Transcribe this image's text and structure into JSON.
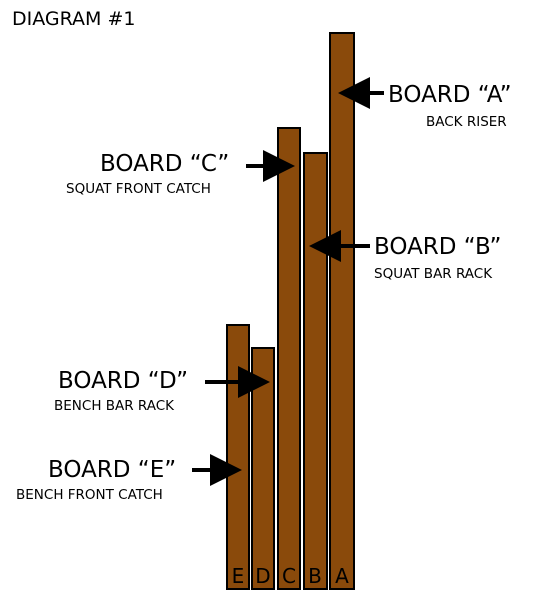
{
  "title": "DIAGRAM #1",
  "colors": {
    "board": "#8a4a0b",
    "outline": "#000000"
  },
  "boards": [
    {
      "id": "E",
      "letter": "E",
      "name": "BOARD “E”",
      "role": "BENCH FRONT CATCH"
    },
    {
      "id": "D",
      "letter": "D",
      "name": "BOARD “D”",
      "role": "BENCH BAR RACK"
    },
    {
      "id": "C",
      "letter": "C",
      "name": "BOARD “C”",
      "role": "SQUAT FRONT CATCH"
    },
    {
      "id": "B",
      "letter": "B",
      "name": "BOARD “B”",
      "role": "SQUAT BAR RACK"
    },
    {
      "id": "A",
      "letter": "A",
      "name": "BOARD “A”",
      "role": "BACK RISER"
    }
  ]
}
